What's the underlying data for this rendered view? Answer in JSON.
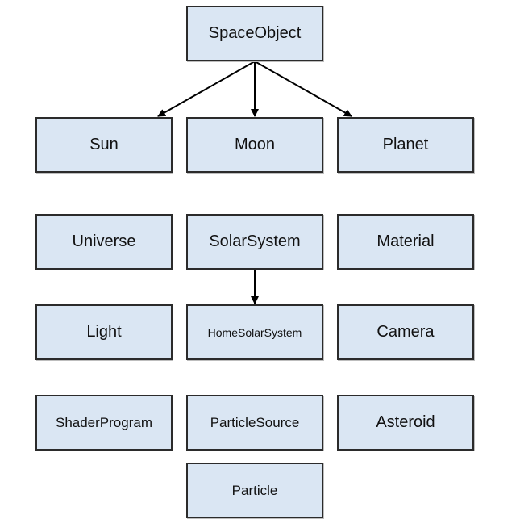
{
  "nodes": {
    "space_object": "SpaceObject",
    "sun": "Sun",
    "moon": "Moon",
    "planet": "Planet",
    "universe": "Universe",
    "solar_system": "SolarSystem",
    "material": "Material",
    "light": "Light",
    "home_solar_system": "HomeSolarSystem",
    "camera": "Camera",
    "shader_program": "ShaderProgram",
    "particle_source": "ParticleSource",
    "asteroid": "Asteroid",
    "particle": "Particle"
  },
  "edges": [
    {
      "from": "SpaceObject",
      "to": "Sun"
    },
    {
      "from": "SpaceObject",
      "to": "Moon"
    },
    {
      "from": "SpaceObject",
      "to": "Planet"
    },
    {
      "from": "SolarSystem",
      "to": "HomeSolarSystem"
    }
  ],
  "colors": {
    "box_fill": "#dae6f3",
    "box_border": "#2b2b2b",
    "arrow": "#000000"
  }
}
